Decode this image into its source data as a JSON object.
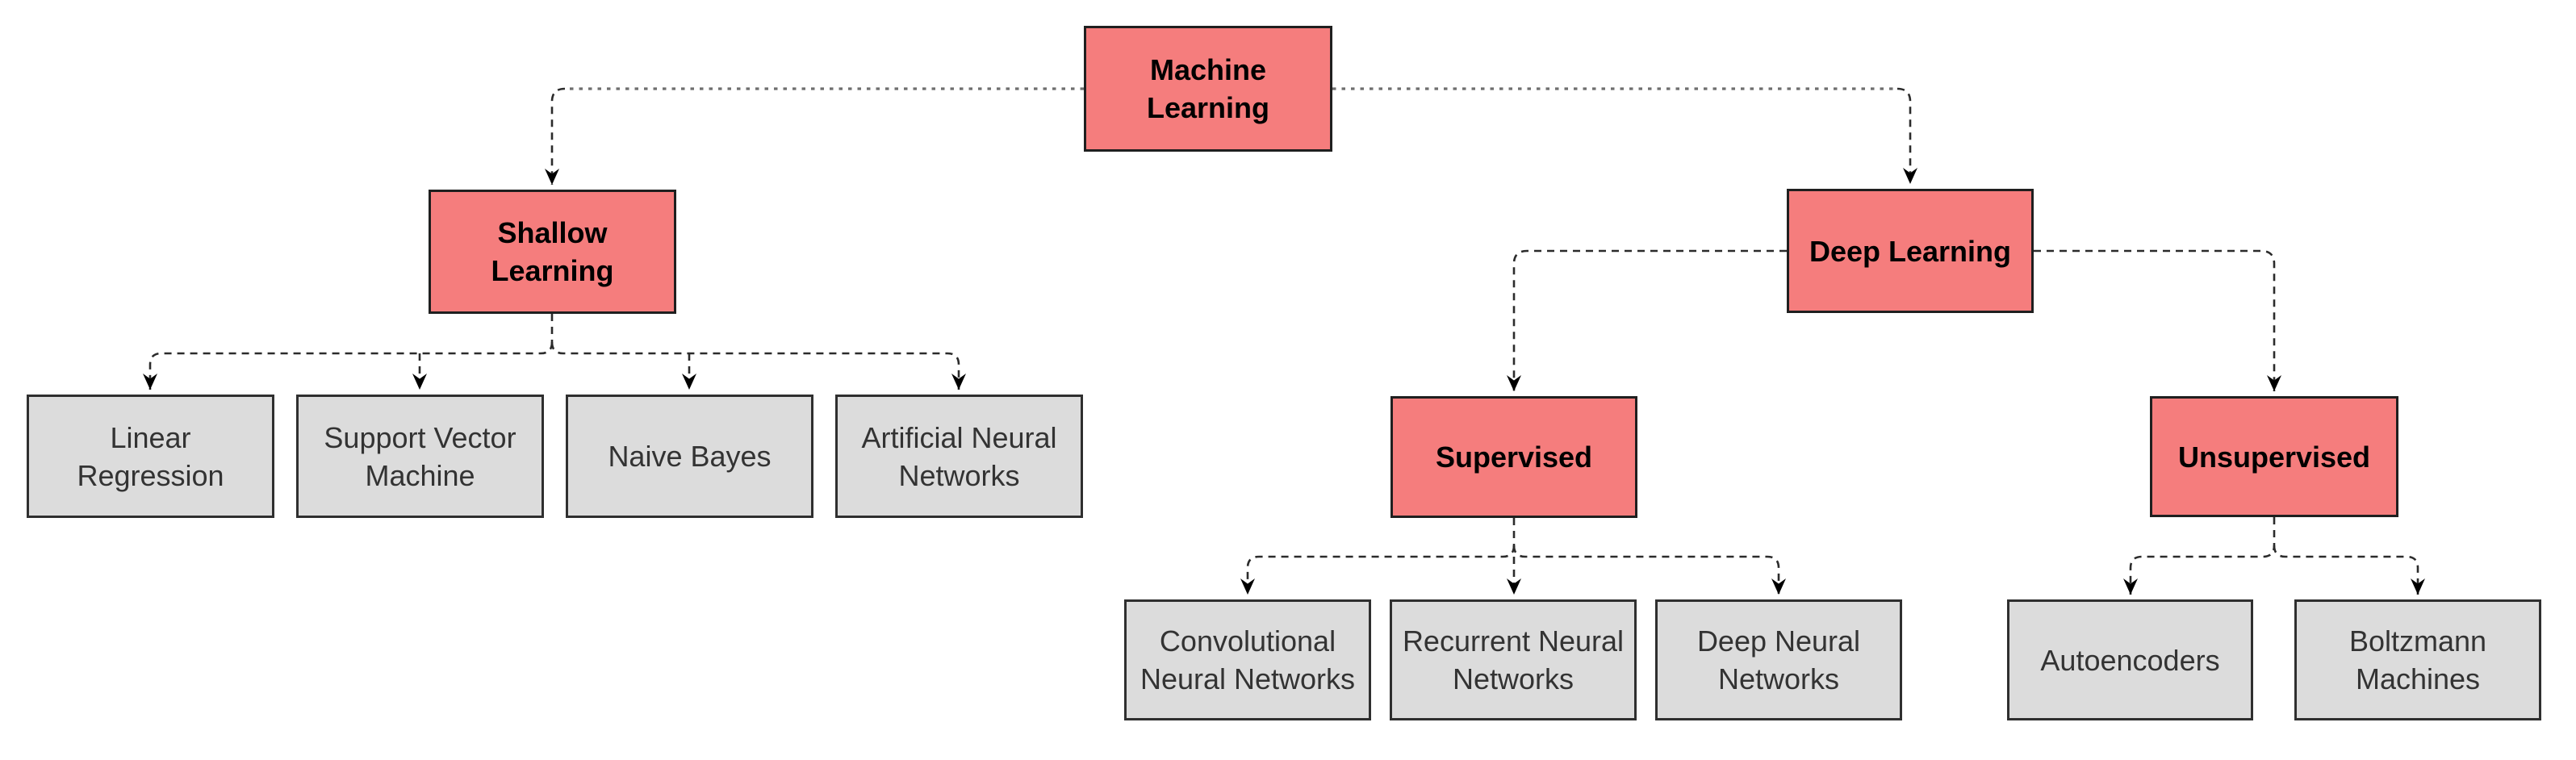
{
  "diagram": {
    "type": "tree-flowchart",
    "nodes": {
      "machine_learning": {
        "label": "Machine\nLearning",
        "kind": "category"
      },
      "shallow_learning": {
        "label": "Shallow\nLearning",
        "kind": "category"
      },
      "deep_learning": {
        "label": "Deep Learning",
        "kind": "category"
      },
      "linear_regression": {
        "label": "Linear\nRegression",
        "kind": "leaf"
      },
      "support_vector_machine": {
        "label": "Support Vector\nMachine",
        "kind": "leaf"
      },
      "naive_bayes": {
        "label": "Naive Bayes",
        "kind": "leaf"
      },
      "artificial_neural_networks": {
        "label": "Artificial Neural\nNetworks",
        "kind": "leaf"
      },
      "supervised": {
        "label": "Supervised",
        "kind": "category"
      },
      "unsupervised": {
        "label": "Unsupervised",
        "kind": "category"
      },
      "convolutional_neural_networks": {
        "label": "Convolutional\nNeural Networks",
        "kind": "leaf"
      },
      "recurrent_neural_networks": {
        "label": "Recurrent Neural\nNetworks",
        "kind": "leaf"
      },
      "deep_neural_networks": {
        "label": "Deep Neural\nNetworks",
        "kind": "leaf"
      },
      "autoencoders": {
        "label": "Autoencoders",
        "kind": "leaf"
      },
      "boltzmann_machines": {
        "label": "Boltzmann\nMachines",
        "kind": "leaf"
      }
    },
    "edges": [
      {
        "from": "Machine Learning",
        "to": "Shallow Learning"
      },
      {
        "from": "Machine Learning",
        "to": "Deep Learning"
      },
      {
        "from": "Shallow Learning",
        "to": "Linear Regression"
      },
      {
        "from": "Shallow Learning",
        "to": "Support Vector Machine"
      },
      {
        "from": "Shallow Learning",
        "to": "Naive Bayes"
      },
      {
        "from": "Shallow Learning",
        "to": "Artificial Neural Networks"
      },
      {
        "from": "Deep Learning",
        "to": "Supervised"
      },
      {
        "from": "Deep Learning",
        "to": "Unsupervised"
      },
      {
        "from": "Supervised",
        "to": "Convolutional Neural Networks"
      },
      {
        "from": "Supervised",
        "to": "Recurrent Neural Networks"
      },
      {
        "from": "Supervised",
        "to": "Deep Neural Networks"
      },
      {
        "from": "Unsupervised",
        "to": "Autoencoders"
      },
      {
        "from": "Unsupervised",
        "to": "Boltzmann Machines"
      }
    ],
    "colors": {
      "category_fill": "#f57d7d",
      "category_border": "#1f1f1f",
      "category_text": "#000000",
      "leaf_fill": "#dcdcdc",
      "leaf_border": "#2f2f2f",
      "leaf_text": "#333333",
      "edge_stroke": "#2b2b2b",
      "background": "#ffffff"
    },
    "edge_style": "dashed-with-solid-arrowheads"
  }
}
